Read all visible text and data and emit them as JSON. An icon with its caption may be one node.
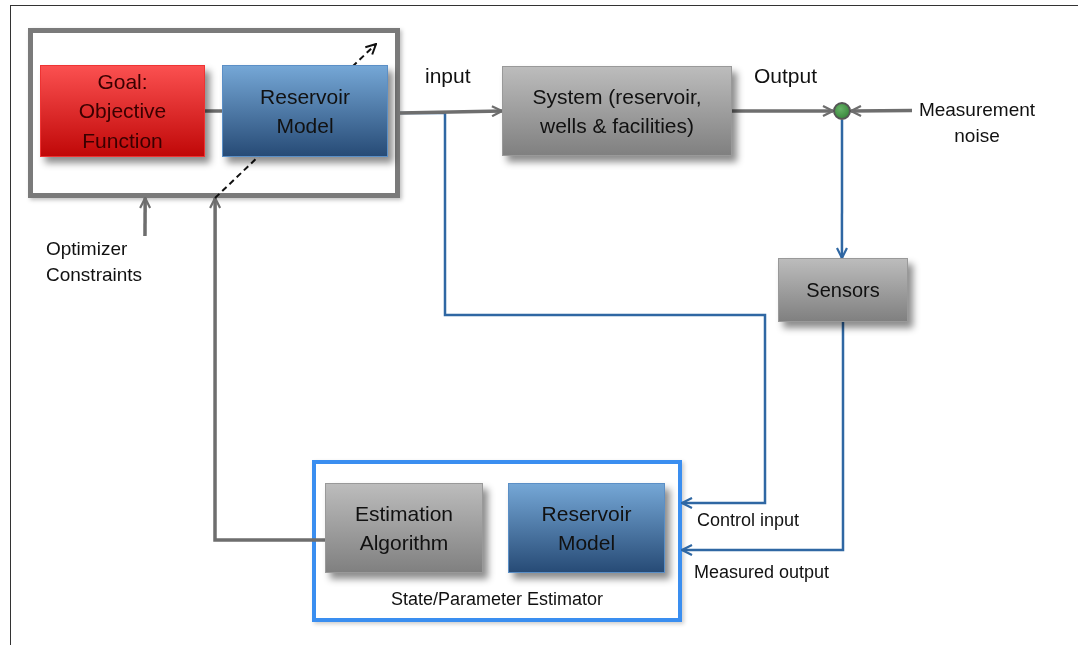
{
  "diagram": {
    "nodes": [
      {
        "text": [],
        "shape": "box"
      },
      {
        "text": [
          "Goal: Objective Function"
        ],
        "in": 0
      },
      {
        "text": [
          "Reservoir Model"
        ],
        "in": 0
      },
      {
        "text": [
          "System (reservoir, wells & facilities)"
        ]
      },
      {
        "text": [],
        "shape": "circle"
      },
      {
        "text": [
          "Measurement noise"
        ]
      },
      {
        "text": [
          "Sensors"
        ]
      },
      {
        "text": [
          "State/Parameter Estimator"
        ]
      },
      {
        "text": [
          "Estimation Algorithm"
        ],
        "in": 7
      },
      {
        "text": [
          "Reservoir Model"
        ],
        "in": 7
      },
      {
        "text": [
          "Optimizer Constraints"
        ]
      }
    ],
    "edges": [
      {
        "from": 1,
        "to": 2,
        "arrow": "none"
      },
      {
        "from": 0,
        "to": 3,
        "arrow": "to",
        "label": "input"
      },
      {
        "from": 3,
        "to": 4,
        "arrow": "to",
        "label": "Output"
      },
      {
        "from": 5,
        "to": 4,
        "arrow": "to"
      },
      {
        "from": 4,
        "to": 6,
        "arrow": "to",
        "color": "#2f67a3"
      },
      {
        "from": 0,
        "to": 7,
        "arrow": "to",
        "label": "Control input",
        "color": "#2f67a3"
      },
      {
        "from": 6,
        "to": 7,
        "arrow": "to",
        "label": "Measured output",
        "color": "#2f67a3"
      },
      {
        "from": 8,
        "to": 0,
        "arrow": "to"
      },
      {
        "from": 10,
        "to": 0,
        "arrow": "to"
      }
    ]
  }
}
